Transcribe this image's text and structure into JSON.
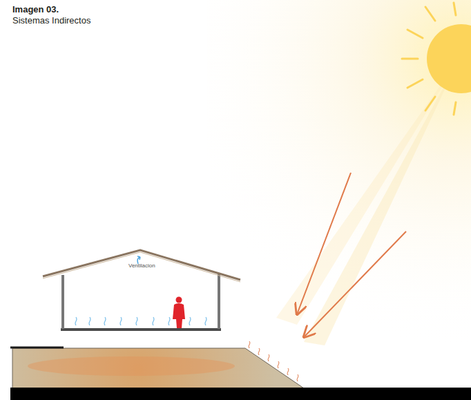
{
  "diagram": {
    "title": "Imagen 03.",
    "labels": [
      "Sistemas Indirectos",
      "Ventilacion"
    ]
  }
}
